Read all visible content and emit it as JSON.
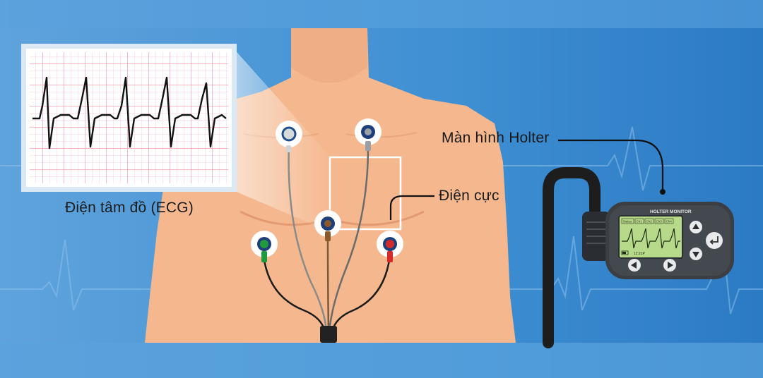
{
  "labels": {
    "ecg": "Điện tâm đồ (ECG)",
    "electrode": "Điện cực",
    "holter_screen": "Màn hình Holter"
  },
  "device": {
    "title": "HOLTER MONITOR",
    "menu_items": [
      "Status",
      "Ch1",
      "Ch2",
      "Ch3",
      "Ch4"
    ],
    "time": "12:21P"
  },
  "colors": {
    "background_blue": "#4a90d1",
    "band_blue": "#3d84c8",
    "skin": "#f4b98f",
    "ecg_paper_grid": "#f2a1b0",
    "device_body": "#3b3f44",
    "device_screen": "#b7d98a",
    "electrode_green": "#1f9a3c",
    "electrode_red": "#d42a2a",
    "electrode_brown": "#8b5a2b",
    "electrode_grey": "#9aa0a6"
  },
  "icons": [
    "ecg-strip",
    "electrode",
    "holter-device",
    "up-arrow-button",
    "down-arrow-button",
    "left-arrow-button",
    "right-arrow-button",
    "enter-button"
  ]
}
